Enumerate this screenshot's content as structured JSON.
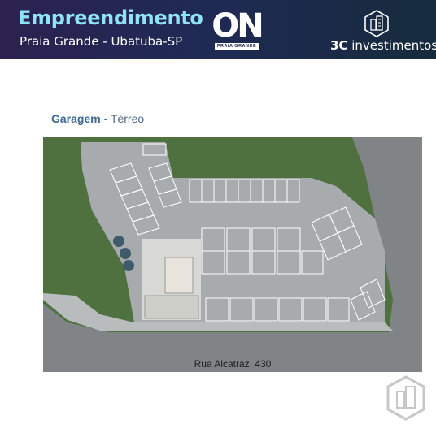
{
  "header": {
    "title": "Empreendimento",
    "location": "Praia Grande - Ubatuba-SP",
    "logo_main": "ON",
    "logo_sub": "PRAIA GRANDE",
    "brand_bold": "3C",
    "brand_rest": " investimentos",
    "brand_icon": "building-hexagon-icon"
  },
  "plan": {
    "title": "Garagem",
    "separator": " - ",
    "floor": "Térreo",
    "street": "Rua Alcatraz, 430",
    "colors": {
      "grass": "#4f7140",
      "asphalt": "#7e8183",
      "floor": "#a8abad",
      "lines": "#ffffff",
      "title": "#3d6a94"
    }
  },
  "footer": {
    "watermark_icon": "building-hexagon-watermark-icon"
  }
}
